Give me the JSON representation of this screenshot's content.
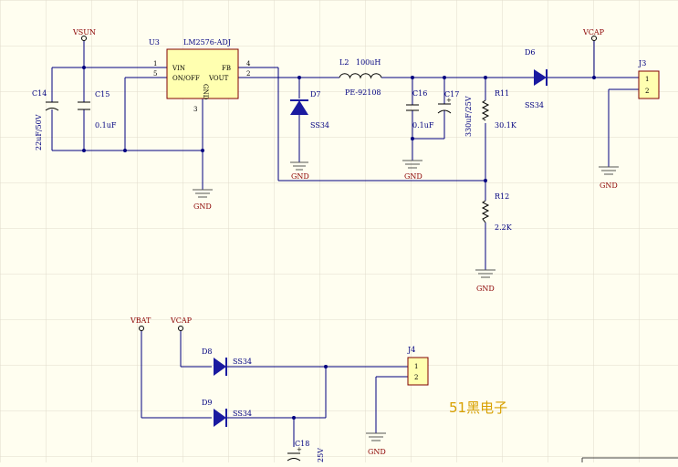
{
  "schematic": {
    "u3": {
      "ref": "U3",
      "part": "LM2576-ADJ",
      "vin": "VIN",
      "onoff": "ON/OFF",
      "fb": "FB",
      "vout": "VOUT",
      "gnd": "GND",
      "p1": "1",
      "p5": "5",
      "p4": "4",
      "p2": "2",
      "p3": "3"
    },
    "nets": {
      "vsun": "VSUN",
      "vcap_top": "VCAP",
      "vbat": "VBAT",
      "vcap_bottom": "VCAP"
    },
    "gnd_labels": {
      "u3": "GND",
      "d7": "GND",
      "c16": "GND",
      "j3": "GND",
      "r12": "GND",
      "j4": "GND"
    },
    "c14": {
      "ref": "C14",
      "value": "22uF/50V"
    },
    "c15": {
      "ref": "C15",
      "value": "0.1uF"
    },
    "c16": {
      "ref": "C16",
      "value": "0.1uF"
    },
    "c17": {
      "ref": "C17",
      "value": "330uF/25V"
    },
    "c18": {
      "ref": "C18",
      "value": "25V"
    },
    "l2": {
      "ref": "L2",
      "value": "100uH",
      "part": "PE-92108"
    },
    "d6": {
      "ref": "D6",
      "value": "SS34"
    },
    "d7": {
      "ref": "D7",
      "value": "SS34"
    },
    "d8": {
      "ref": "D8",
      "value": "SS34"
    },
    "d9": {
      "ref": "D9",
      "value": "SS34"
    },
    "r11": {
      "ref": "R11",
      "value": "30.1K"
    },
    "r12": {
      "ref": "R12",
      "value": "2.2K"
    },
    "j3": {
      "ref": "J3",
      "p1": "1",
      "p2": "2"
    },
    "j4": {
      "ref": "J4",
      "p1": "1",
      "p2": "2"
    },
    "watermark": "51黑电子"
  },
  "colors": {
    "background": "#fffef0",
    "wire": "#000080",
    "diode": "#1a1aa0",
    "net_label": "#8b0000",
    "watermark": "#d8a000",
    "grid": "#e0dccc"
  }
}
